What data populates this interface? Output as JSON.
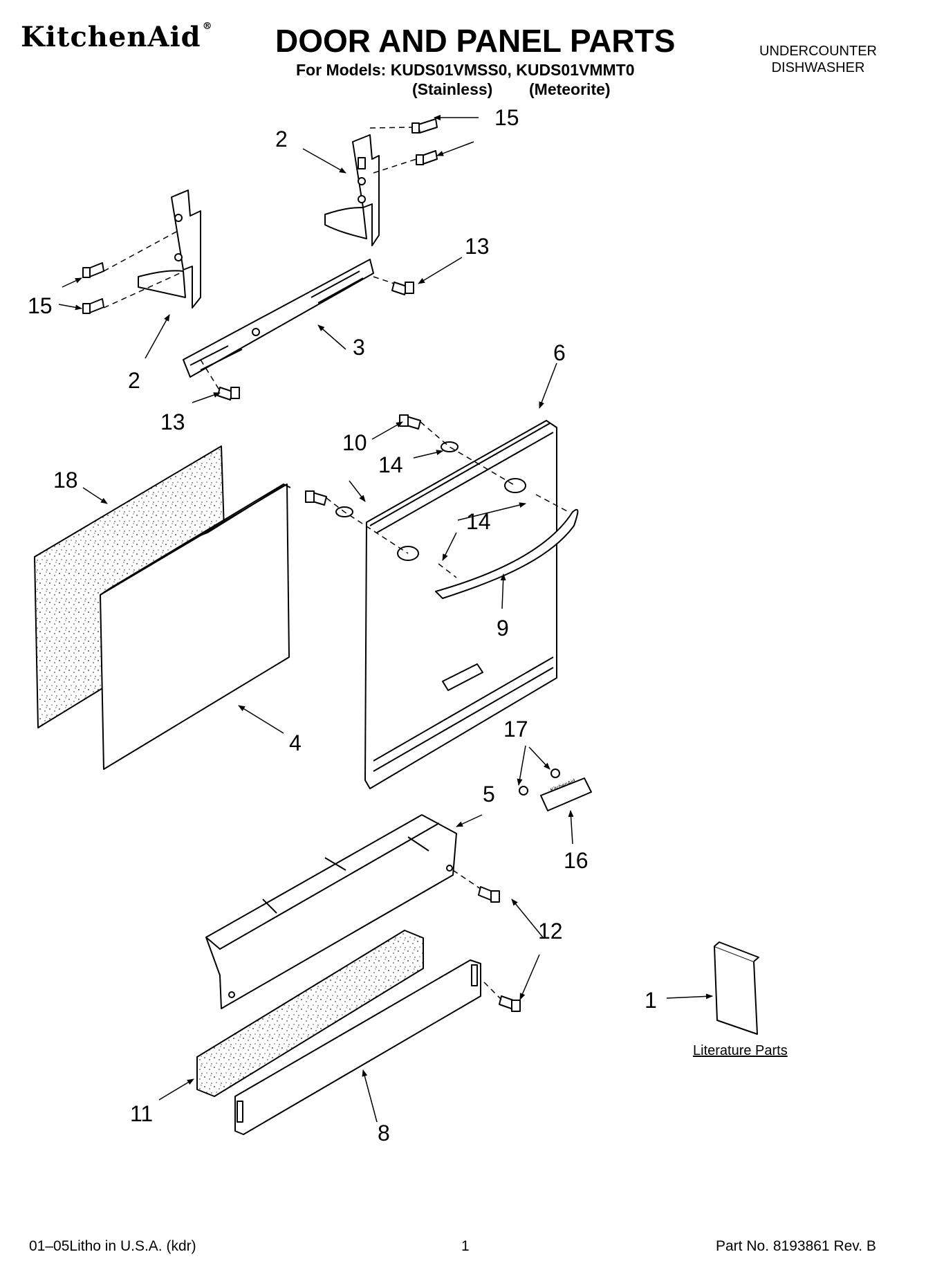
{
  "header": {
    "brand": "KitchenAid",
    "brand_mark": "®",
    "title": "DOOR AND PANEL PARTS",
    "models_line": "For Models: KUDS01VMSS0, KUDS01VMMT0",
    "variant_1": "(Stainless)",
    "variant_2": "(Meteorite)",
    "product_type_line1": "UNDERCOUNTER",
    "product_type_line2": "DISHWASHER"
  },
  "callouts": {
    "c15_top": "15",
    "c2_top": "2",
    "c13_top": "13",
    "c15_left": "15",
    "c3": "3",
    "c2_bottom": "2",
    "c13_bottom": "13",
    "c6": "6",
    "c10": "10",
    "c14_a": "14",
    "c18": "18",
    "c14_b": "14",
    "c9": "9",
    "c4": "4",
    "c17": "17",
    "c5": "5",
    "c16": "16",
    "c12": "12",
    "c1": "1",
    "c11": "11",
    "c8": "8"
  },
  "literature_label": "Literature Parts",
  "badge_text": "KitchenAid",
  "footer": {
    "litho": "01–05Litho in U.S.A. (kdr)",
    "page": "1",
    "part_number": "Part No. 8193861 Rev. B"
  },
  "colors": {
    "line": "#000000",
    "background": "#ffffff",
    "speckle": "#555555"
  }
}
